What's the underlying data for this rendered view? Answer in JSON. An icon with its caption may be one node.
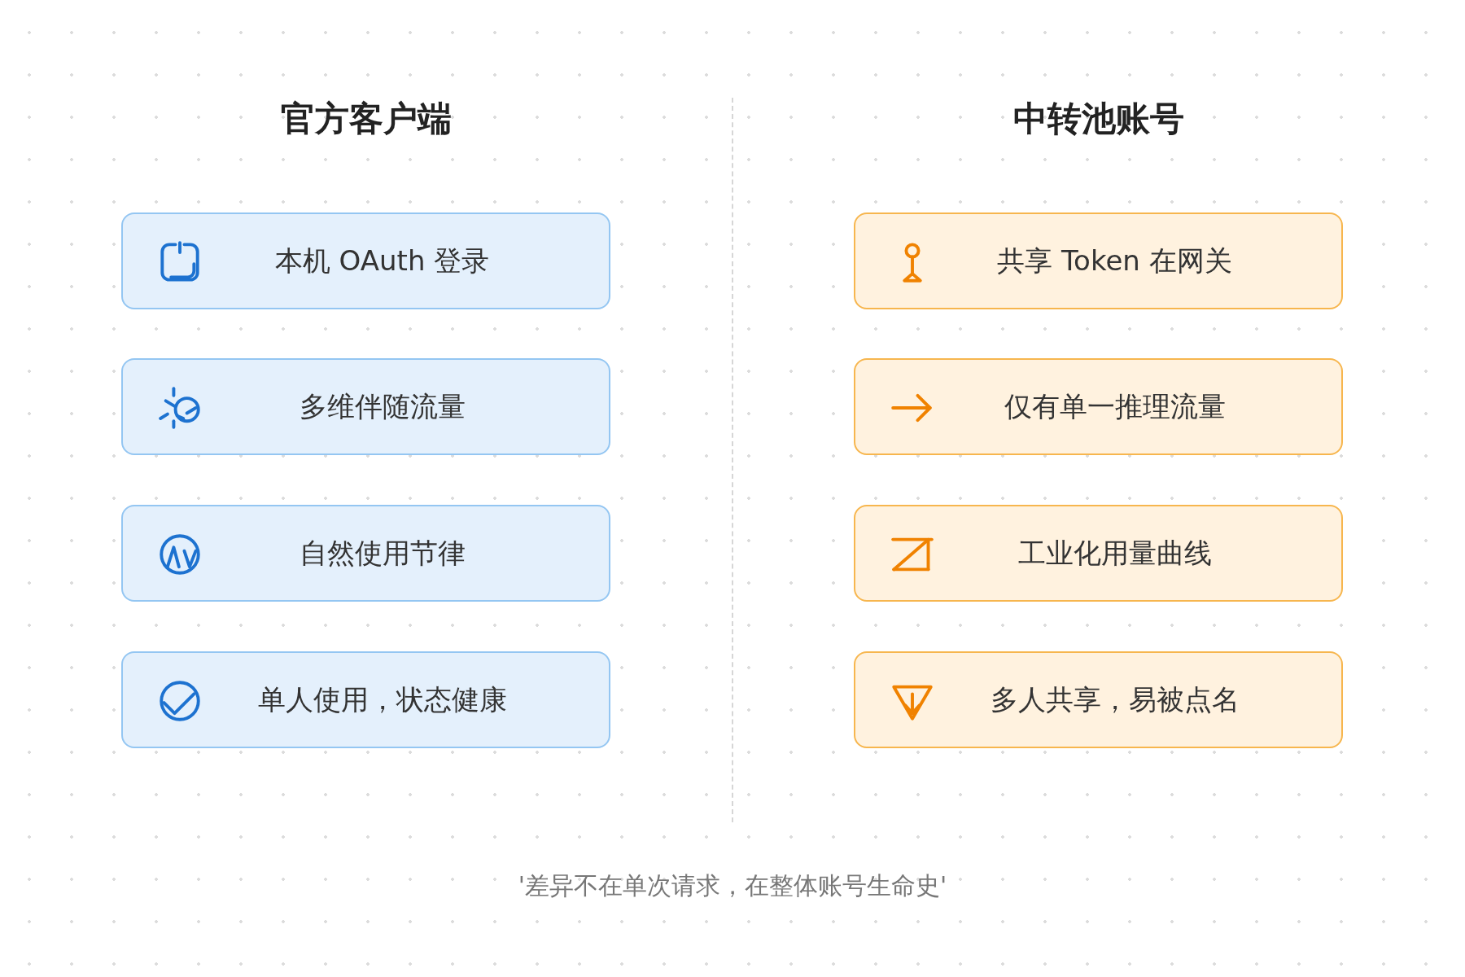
{
  "diagram": {
    "caption": "'差异不在单次请求，在整体账号生命史'",
    "nodes": [
      {
        "text": [
          "本机 OAuth 登录"
        ]
      },
      {
        "text": [
          "多维伴随流量"
        ]
      },
      {
        "text": [
          "自然使用节律"
        ]
      },
      {
        "text": [
          "单人使用，状态健康"
        ]
      },
      {
        "text": [
          "共享 Token 在网关"
        ]
      },
      {
        "text": [
          "仅有单一推理流量"
        ]
      },
      {
        "text": [
          "工业化用量曲线"
        ]
      },
      {
        "text": [
          "多人共享，易被点名"
        ]
      }
    ],
    "labels": [
      "官方客户端",
      "中转池账号"
    ]
  }
}
